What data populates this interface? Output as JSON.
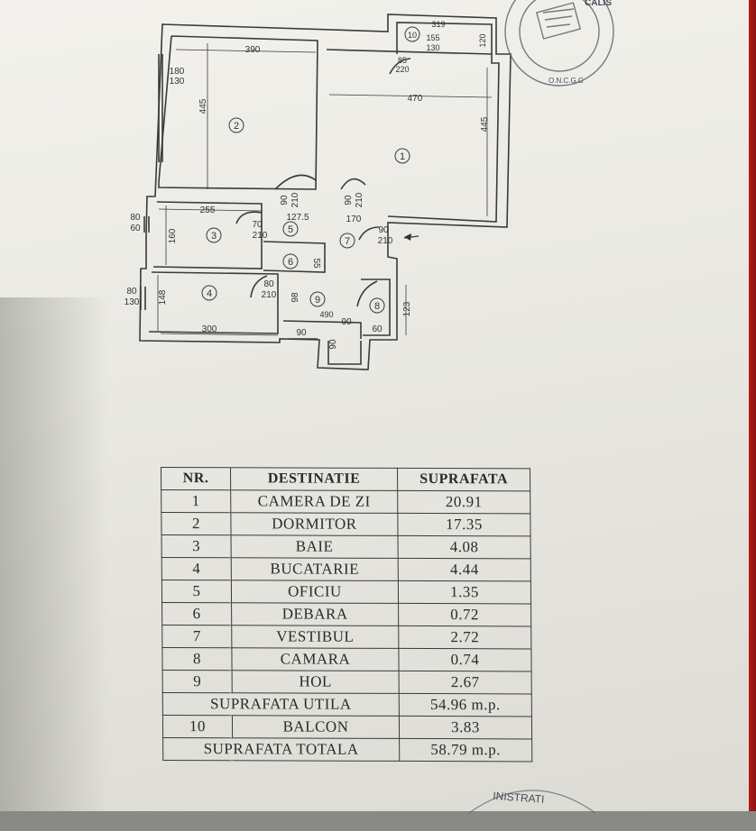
{
  "plan": {
    "dims": {
      "d390": "390",
      "d470": "470",
      "d445a": "445",
      "d445b": "445",
      "d180": "180",
      "d130a": "130",
      "d319": "319",
      "d155": "155",
      "d130b": "130",
      "d120": "120",
      "d85": "85",
      "d220": "220",
      "d90a": "90",
      "d210a": "210",
      "d90b": "90",
      "d210b": "210",
      "d1275": "127.5",
      "d170": "170",
      "d255": "255",
      "d80a": "80",
      "d60a": "60",
      "d160": "160",
      "d70": "70",
      "d210c": "210",
      "d90c": "90",
      "d210d": "210",
      "d55": "55",
      "d80b": "80",
      "d130c": "130",
      "d148": "148",
      "d80c": "80",
      "d210e": "210",
      "d98": "98",
      "d300": "300",
      "d90d": "90",
      "d90e": "90",
      "d490": "490",
      "d90f": "90",
      "d60b": "60",
      "d123": "123"
    },
    "rooms": [
      "1",
      "2",
      "3",
      "4",
      "5",
      "6",
      "7",
      "8",
      "9",
      "10"
    ]
  },
  "table": {
    "headers": [
      "NR.",
      "DESTINATIE",
      "SUPRAFATA"
    ],
    "rows": [
      {
        "nr": "1",
        "name": "CAMERA DE ZI",
        "area": "20.91"
      },
      {
        "nr": "2",
        "name": "DORMITOR",
        "area": "17.35"
      },
      {
        "nr": "3",
        "name": "BAIE",
        "area": "4.08"
      },
      {
        "nr": "4",
        "name": "BUCATARIE",
        "area": "4.44"
      },
      {
        "nr": "5",
        "name": "OFICIU",
        "area": "1.35"
      },
      {
        "nr": "6",
        "name": "DEBARA",
        "area": "0.72"
      },
      {
        "nr": "7",
        "name": "VESTIBUL",
        "area": "2.72"
      },
      {
        "nr": "8",
        "name": "CAMARA",
        "area": "0.74"
      },
      {
        "nr": "9",
        "name": "HOL",
        "area": "2.67"
      }
    ],
    "useful_label": "SUPRAFATA UTILA",
    "useful_value": "54.96 m.p.",
    "balcony": {
      "nr": "10",
      "name": "BALCON",
      "area": "3.83"
    },
    "total_label": "SUPRAFATA TOTALA",
    "total_value": "58.79 m.p."
  },
  "stamp": {
    "text_top": "CALIS",
    "text_bottom": "O.N.C.G.C",
    "text_bottom2": "INISTRATI"
  },
  "colors": {
    "paper": "#eeede8",
    "ink": "#333333",
    "stamp": "#5a5a6a",
    "red_folder": "#c82018"
  }
}
